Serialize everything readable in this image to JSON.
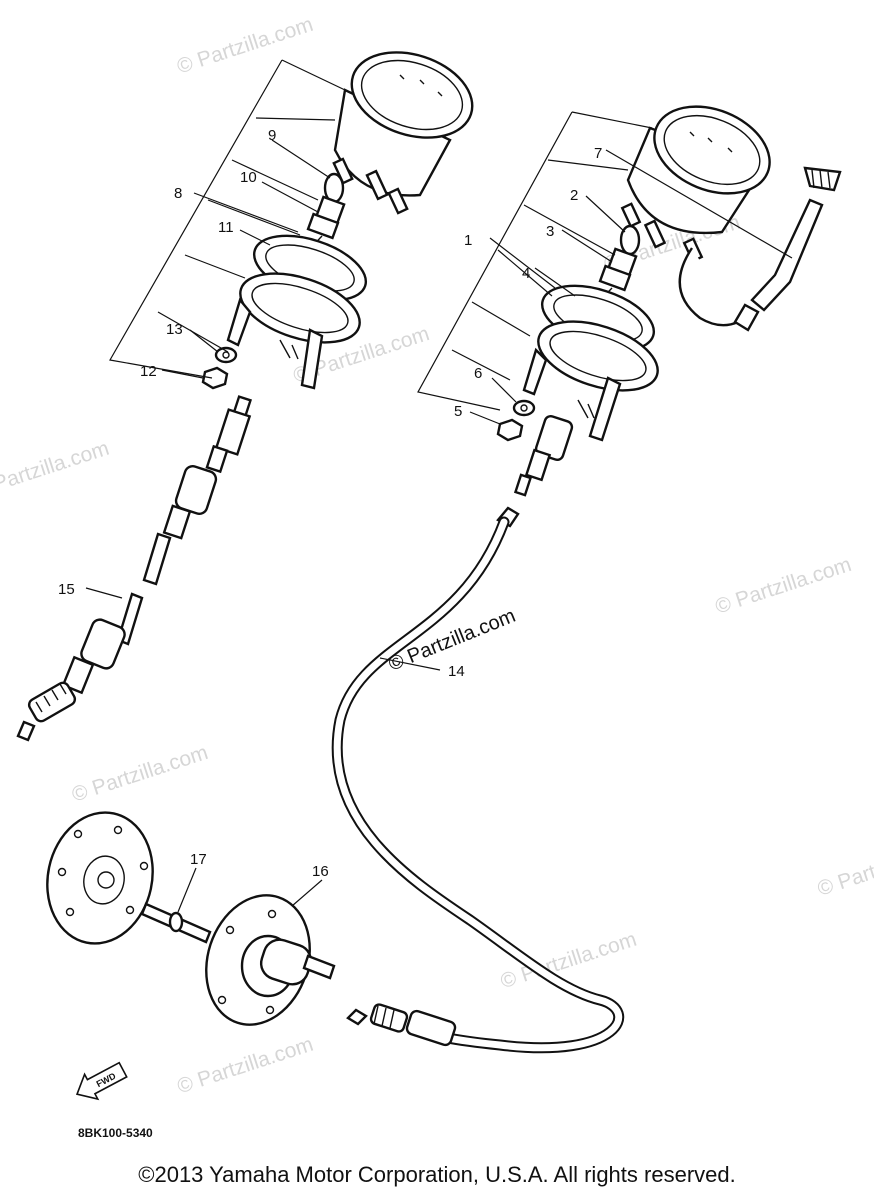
{
  "watermark": "© Partzilla.com",
  "watermark_inline": "© Partzilla.com",
  "diagram_code": "8BK100-5340",
  "fwd_label": "FWD",
  "copyright": "©2013 Yamaha Motor Corporation, U.S.A. All rights reserved.",
  "callouts": {
    "c1": "1",
    "c2": "2",
    "c3": "3",
    "c4": "4",
    "c5": "5",
    "c6": "6",
    "c7": "7",
    "c8": "8",
    "c9": "9",
    "c10": "10",
    "c11": "11",
    "c12": "12",
    "c13": "13",
    "c14": "14",
    "c15": "15",
    "c16": "16",
    "c17": "17"
  }
}
